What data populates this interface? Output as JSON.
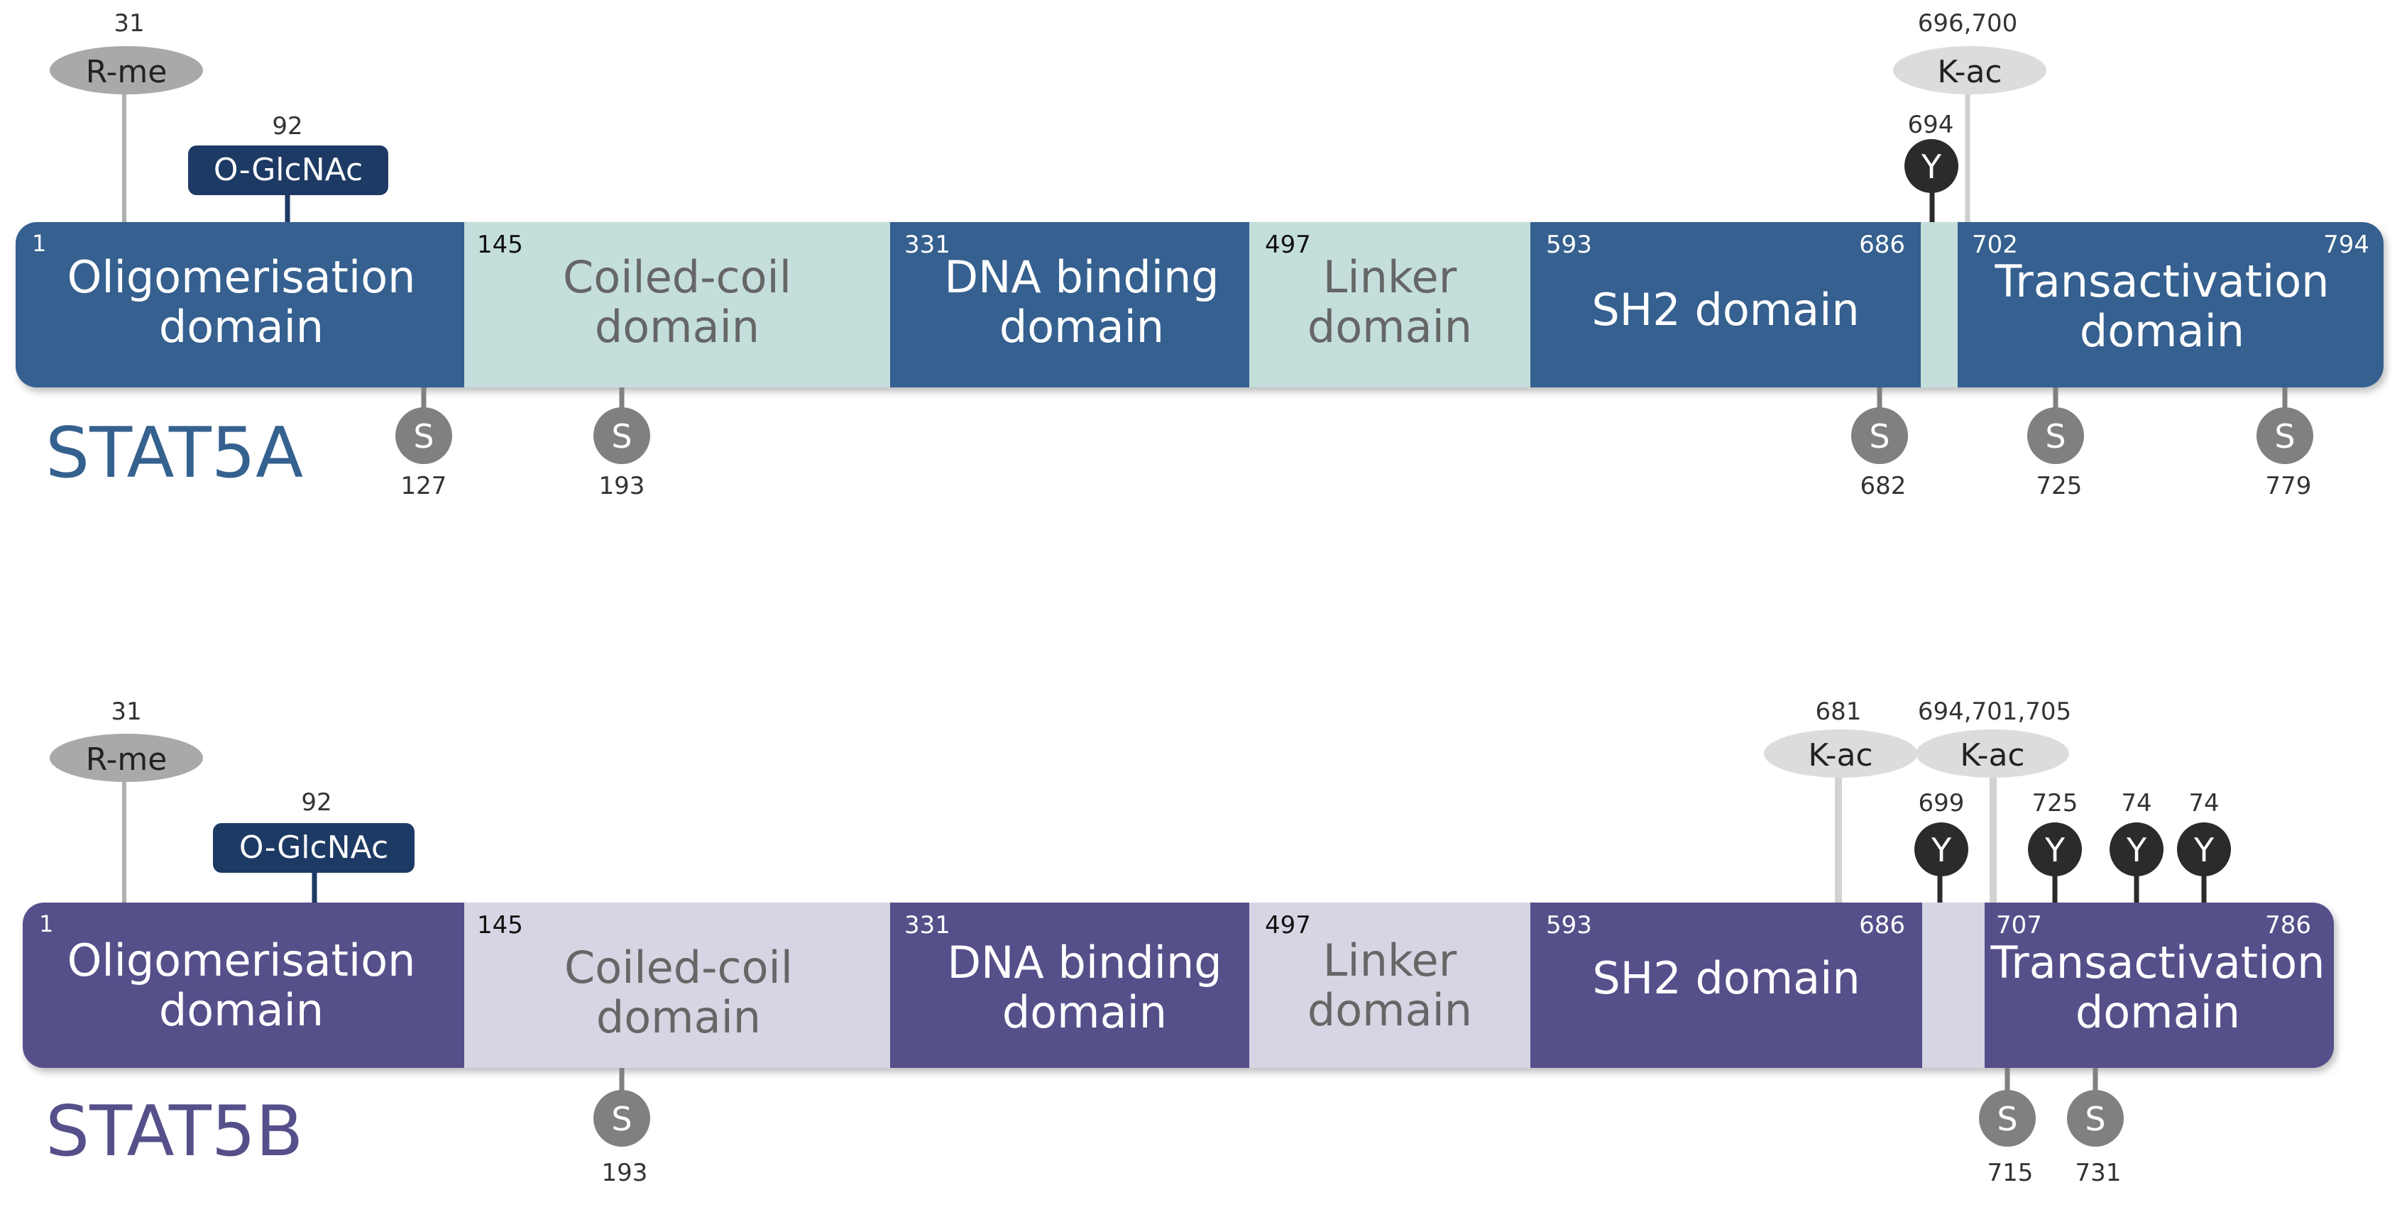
{
  "colors": {
    "stat5a_dark": "#35618f",
    "stat5a_light": "#c4dedc",
    "stat5b_dark": "#554f8a",
    "stat5b_light": "#d6d5e3",
    "rme_fill": "#a9a9a9",
    "kac_fill": "#dcdcdc",
    "glcnac_fill": "#1d3a64",
    "phos_y_fill": "#2b2b2b",
    "phos_s_fill": "#808080",
    "stem": "#b0b0b0",
    "number_text": "#333333",
    "light_domain_text": "#666666",
    "dark_domain_text": "#ffffff",
    "stat5a_label": "#35618f",
    "stat5b_label": "#554f8a"
  },
  "proteins": [
    {
      "name": "STAT5A",
      "domains": [
        {
          "tone": "dark",
          "start": "1",
          "end": "",
          "line1": "Oligomerisation",
          "line2": "domain"
        },
        {
          "tone": "light",
          "start": "145",
          "end": "",
          "line1": "Coiled-coil",
          "line2": "domain"
        },
        {
          "tone": "dark",
          "start": "331",
          "end": "",
          "line1": "DNA binding",
          "line2": "domain"
        },
        {
          "tone": "light",
          "start": "497",
          "end": "",
          "line1": "Linker",
          "line2": "domain"
        },
        {
          "tone": "dark",
          "start": "593",
          "end": "686",
          "line1": "SH2 domain",
          "line2": ""
        },
        {
          "tone": "light",
          "start": "",
          "end": "",
          "line1": "",
          "line2": ""
        },
        {
          "tone": "dark",
          "start": "702",
          "end": "794",
          "line1": "Transactivation",
          "line2": "domain"
        }
      ],
      "modifications_above": [
        {
          "type": "R-me",
          "label": "R-me",
          "position": "31"
        },
        {
          "type": "O-GlcNAc",
          "label": "O-GlcNAc",
          "position": "92"
        },
        {
          "type": "K-ac",
          "label": "K-ac",
          "position": "696,700"
        },
        {
          "type": "Y",
          "label": "Y",
          "position": "694"
        }
      ],
      "modifications_below": [
        {
          "type": "S",
          "label": "S",
          "position": "127"
        },
        {
          "type": "S",
          "label": "S",
          "position": "193"
        },
        {
          "type": "S",
          "label": "S",
          "position": "682"
        },
        {
          "type": "S",
          "label": "S",
          "position": "725"
        },
        {
          "type": "S",
          "label": "S",
          "position": "779"
        }
      ]
    },
    {
      "name": "STAT5B",
      "domains": [
        {
          "tone": "dark",
          "start": "1",
          "end": "",
          "line1": "Oligomerisation",
          "line2": "domain"
        },
        {
          "tone": "light",
          "start": "145",
          "end": "",
          "line1": "Coiled-coil",
          "line2": "domain"
        },
        {
          "tone": "dark",
          "start": "331",
          "end": "",
          "line1": "DNA binding",
          "line2": "domain"
        },
        {
          "tone": "light",
          "start": "497",
          "end": "",
          "line1": "Linker",
          "line2": "domain"
        },
        {
          "tone": "dark",
          "start": "593",
          "end": "686",
          "line1": "SH2 domain",
          "line2": ""
        },
        {
          "tone": "light",
          "start": "",
          "end": "",
          "line1": "",
          "line2": ""
        },
        {
          "tone": "dark",
          "start": "707",
          "end": "786",
          "line1": "Transactivation",
          "line2": "domain"
        }
      ],
      "modifications_above": [
        {
          "type": "R-me",
          "label": "R-me",
          "position": "31"
        },
        {
          "type": "O-GlcNAc",
          "label": "O-GlcNAc",
          "position": "92"
        },
        {
          "type": "K-ac",
          "label": "K-ac",
          "position": "681"
        },
        {
          "type": "K-ac",
          "label": "K-ac",
          "position": "694,701,705"
        },
        {
          "type": "Y",
          "label": "Y",
          "position": "699"
        },
        {
          "type": "Y",
          "label": "Y",
          "position": "725"
        },
        {
          "type": "Y",
          "label": "Y",
          "position": "74"
        },
        {
          "type": "Y",
          "label": "Y",
          "position": "74"
        }
      ],
      "modifications_below": [
        {
          "type": "S",
          "label": "S",
          "position": "193"
        },
        {
          "type": "S",
          "label": "S",
          "position": "715"
        },
        {
          "type": "S",
          "label": "S",
          "position": "731"
        }
      ]
    }
  ]
}
